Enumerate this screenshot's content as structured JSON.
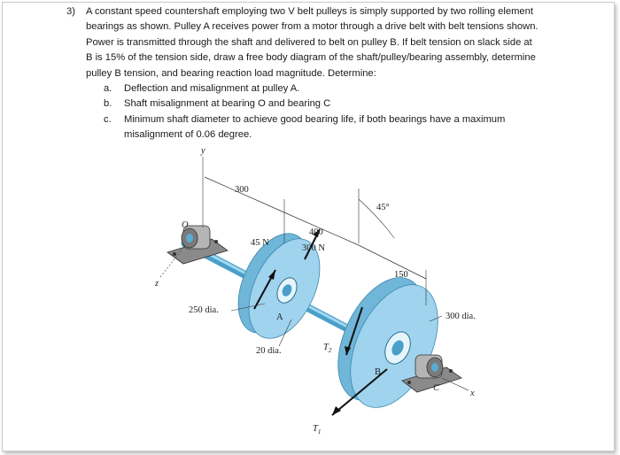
{
  "question": {
    "number": "3)",
    "statement_lines": [
      "A constant speed countershaft employing two V belt pulleys is simply supported by two rolling element",
      "bearings as shown.  Pulley A receives power from a motor through a drive belt with belt tensions shown.",
      "Power is transmitted through the shaft and delivered to belt on pulley B.  If belt tension on slack side at",
      "B is 15% of the tension side, draw a free body diagram of the shaft/pulley/bearing assembly, determine",
      "pulley B tension, and bearing reaction load magnitude.  Determine:"
    ],
    "parts": [
      {
        "label": "a.",
        "text": "Deflection and misalignment at pulley A."
      },
      {
        "label": "b.",
        "text": "Shaft misalignment at bearing O and bearing C"
      },
      {
        "label": "c.",
        "text": "Minimum shaft diameter to achieve good bearing life, if both bearings have a maximum",
        "continuation": "misalignment of 0.06 degree."
      }
    ]
  },
  "figure": {
    "labels": {
      "y_axis": "y",
      "z_axis": "z",
      "x_axis": "x",
      "origin": "O",
      "pulley_a": "A",
      "pulley_b": "B",
      "bearing_c": "C",
      "dim_300": "300",
      "dim_400": "400",
      "dim_150": "150",
      "angle_45": "45°",
      "force_45n": "45 N",
      "force_300n": "300 N",
      "dia_250": "250 dia.",
      "dia_20": "20 dia.",
      "dia_300": "300 dia.",
      "t1": "T",
      "t1_sub": "1",
      "t2": "T",
      "t2_sub": "2"
    },
    "colors": {
      "pulley": "#9fd3ee",
      "pulley_edge": "#6fb6d9",
      "shaft": "#7cc4e6",
      "bearing": "#9e9e9e",
      "lines": "#222222"
    }
  }
}
